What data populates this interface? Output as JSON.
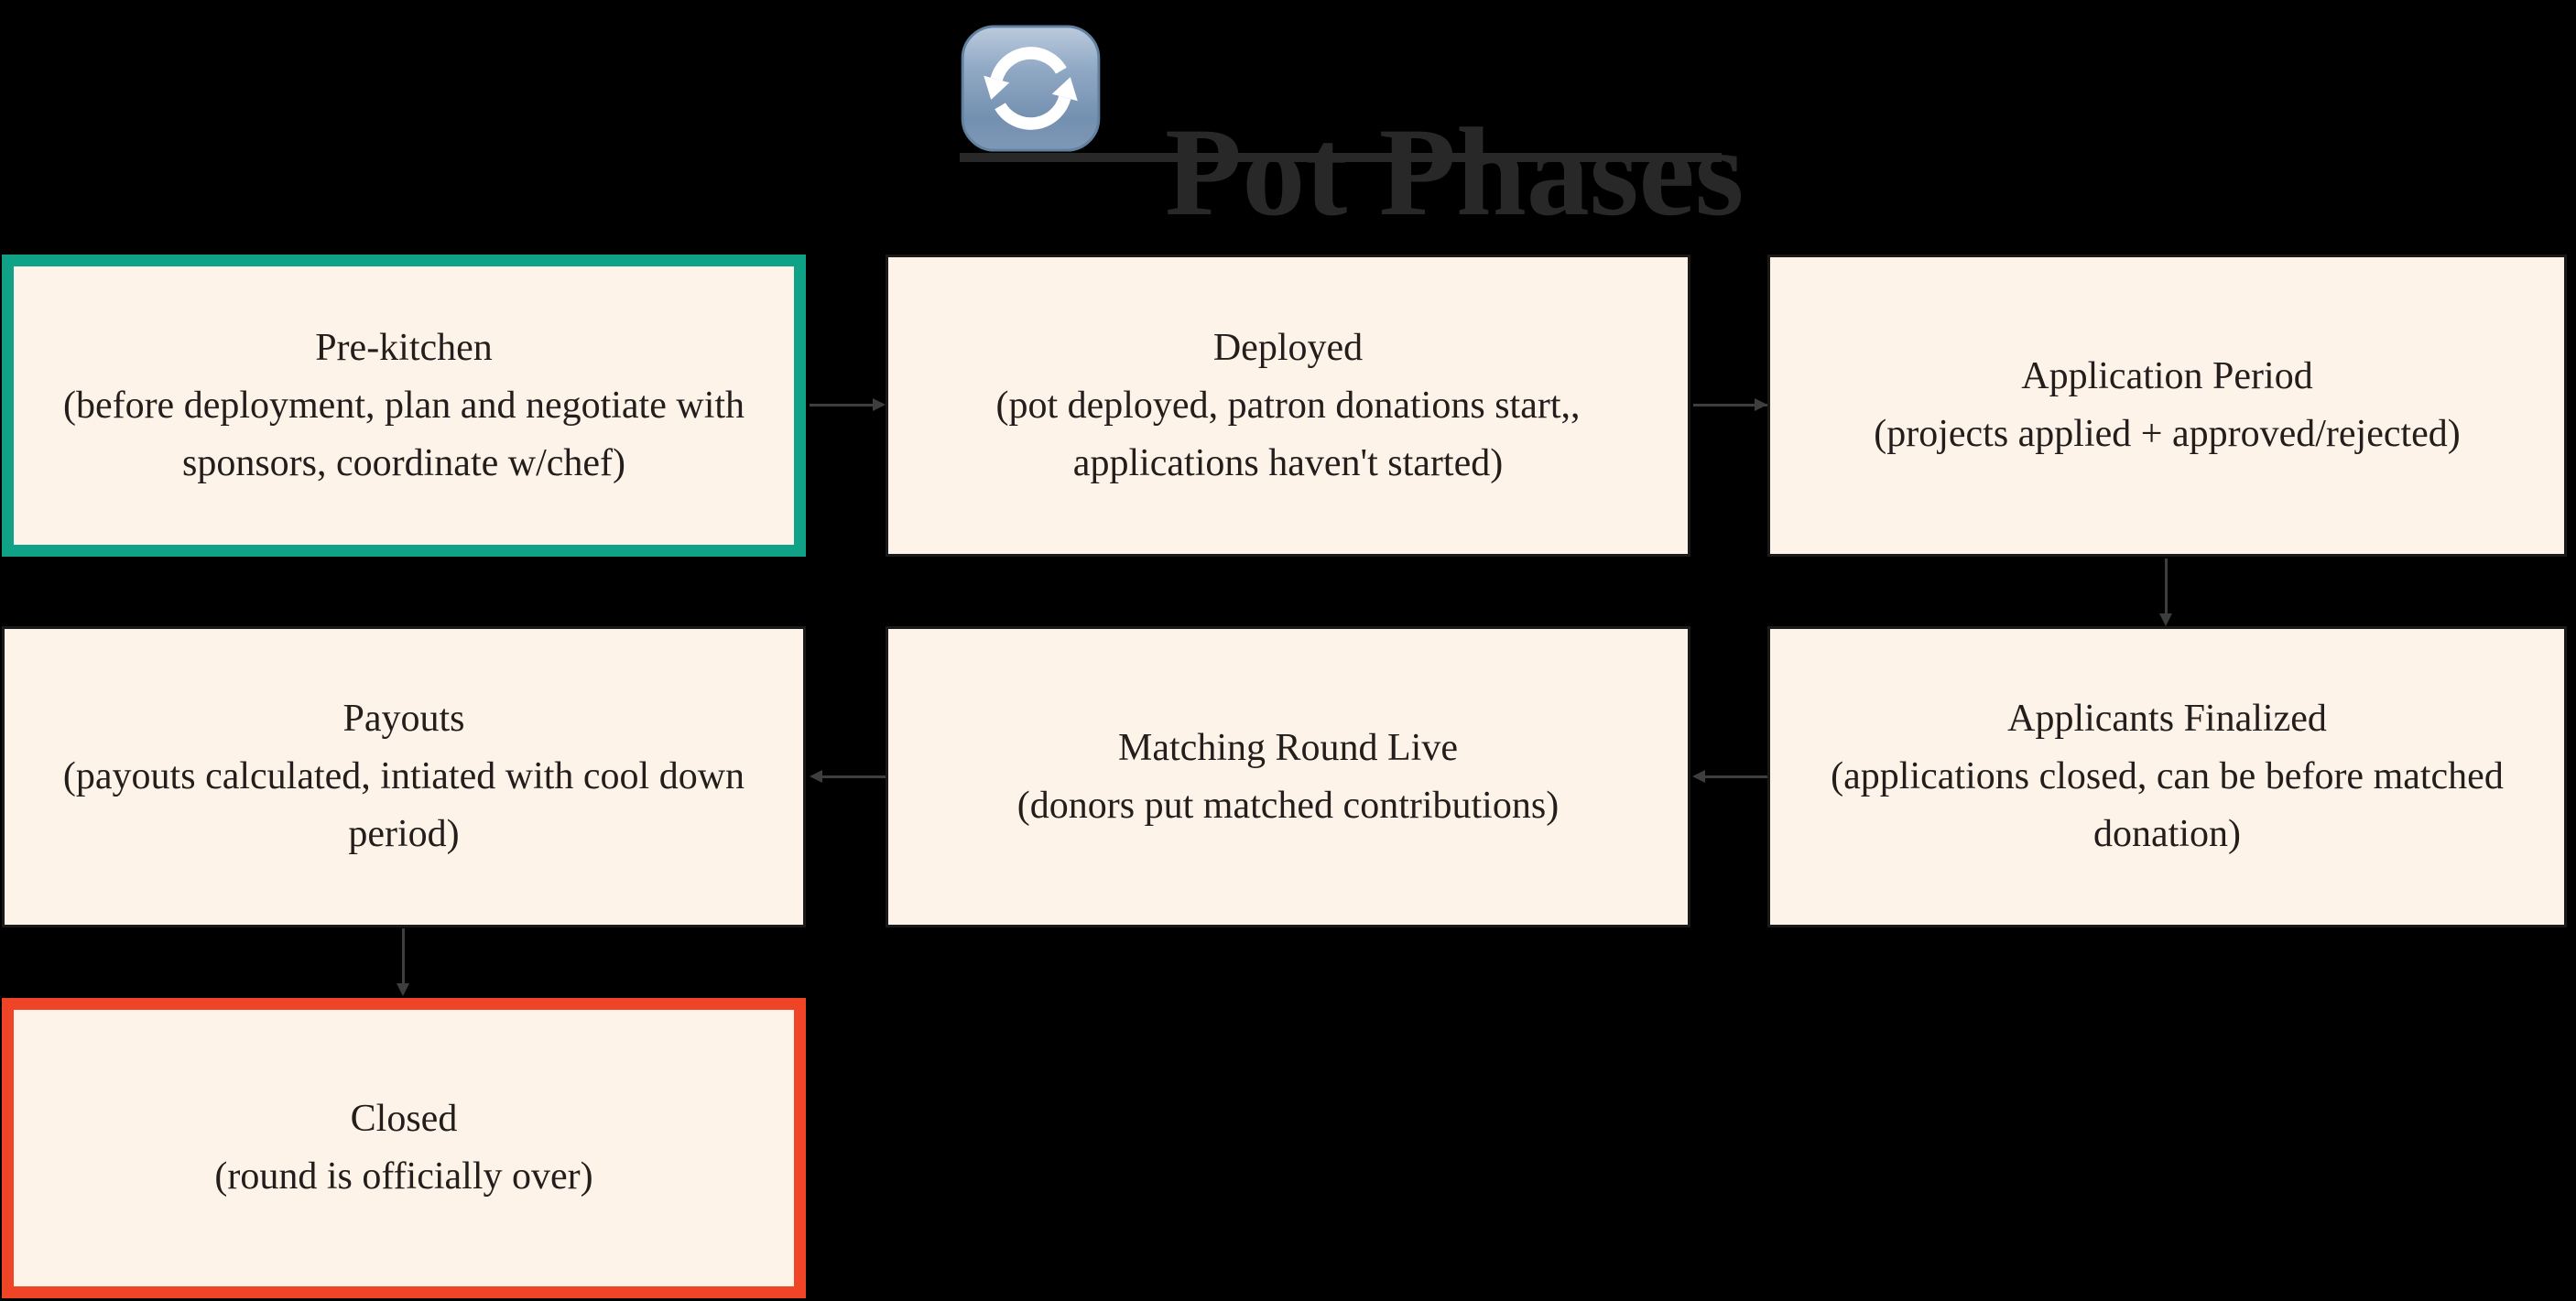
{
  "title": {
    "text": "Pot Phases",
    "icon": "anticlockwise-arrows"
  },
  "phases": [
    {
      "name": "Pre-kitchen",
      "description": "(before deployment, plan and negotiate with sponsors, coordinate w/chef)",
      "highlight": "green"
    },
    {
      "name": "Deployed",
      "description": "(pot deployed, patron donations start,, applications haven't started)",
      "highlight": "none"
    },
    {
      "name": "Application Period",
      "description": "(projects applied + approved/rejected)",
      "highlight": "none"
    },
    {
      "name": "Payouts",
      "description": "(payouts calculated, intiated with cool down period)",
      "highlight": "none"
    },
    {
      "name": "Matching Round Live",
      "description": "(donors put matched contributions)",
      "highlight": "none"
    },
    {
      "name": "Applicants Finalized",
      "description": "(applications closed, can be before matched donation)",
      "highlight": "none"
    },
    {
      "name": "Closed",
      "description": "(round is officially over)",
      "highlight": "orange"
    }
  ],
  "flow": [
    "Pre-kitchen -> Deployed",
    "Deployed -> Application Period",
    "Application Period -> Applicants Finalized",
    "Applicants Finalized -> Matching Round Live",
    "Matching Round Live -> Payouts",
    "Payouts -> Closed"
  ],
  "colors": {
    "background": "#000000",
    "box_fill": "#fdf3e9",
    "box_border": "#1a1a1a",
    "box_text": "#231d1b",
    "start_border_green": "#0fa287",
    "end_border_orange": "#f04427",
    "arrow": "#3e3e3e",
    "title": "#282828"
  }
}
